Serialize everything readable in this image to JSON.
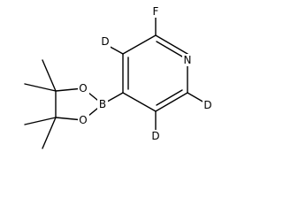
{
  "structure": {
    "atoms": {
      "fluorine": "F",
      "nitrogen": "N",
      "deuterium_top": "D",
      "deuterium_right": "D",
      "deuterium_bottom": "D",
      "boron": "B",
      "oxygen_upper": "O",
      "oxygen_lower": "O"
    }
  }
}
